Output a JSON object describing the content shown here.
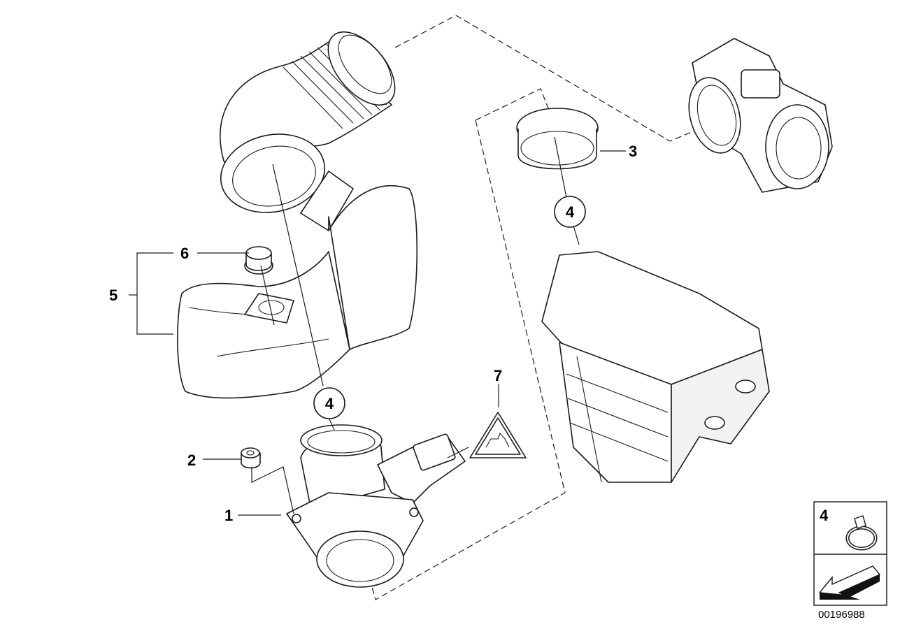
{
  "callouts": {
    "c1": "1",
    "c2": "2",
    "c3": "3",
    "c5": "5",
    "c6": "6",
    "c7": "7",
    "circle_top": "4",
    "circle_bottom": "4",
    "legend_label": "4"
  },
  "document_number": "00196988",
  "icons": {
    "warning": "connector-warning-icon",
    "clamp": "hose-clamp-icon",
    "arrow": "navigation-arrow-icon"
  }
}
